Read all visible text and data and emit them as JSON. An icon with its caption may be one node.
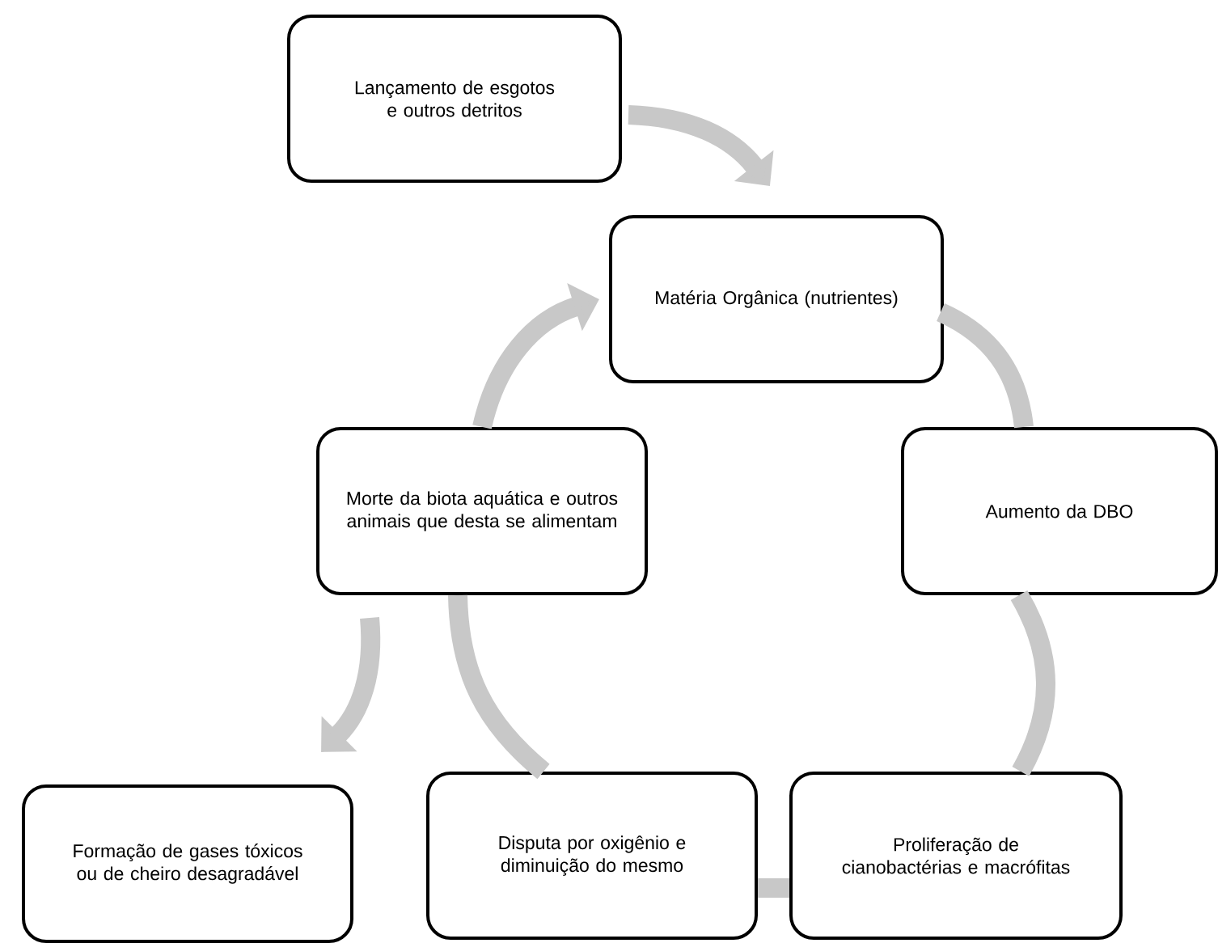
{
  "diagram": {
    "nodes": [
      {
        "text": [
          "Lançamento de esgotos e outros detritos"
        ]
      },
      {
        "text": [
          "Matéria Orgânica (nutrientes)"
        ]
      },
      {
        "text": [
          "Aumento da DBO"
        ]
      },
      {
        "text": [
          "Proliferação de cianobactérias e macrófitas"
        ]
      },
      {
        "text": [
          "Disputa por oxigênio e diminuição do mesmo"
        ]
      },
      {
        "text": [
          "Morte da biota aquática e outros animais que desta se alimentam"
        ]
      },
      {
        "text": [
          "Formação de gases tóxicos ou de cheiro desagradável"
        ]
      }
    ],
    "edges": [
      {
        "from": 0,
        "to": 1,
        "arrow": "to"
      },
      {
        "from": 1,
        "to": 2,
        "arrow": "none"
      },
      {
        "from": 2,
        "to": 3,
        "arrow": "none"
      },
      {
        "from": 3,
        "to": 4,
        "arrow": "none"
      },
      {
        "from": 4,
        "to": 5,
        "arrow": "none"
      },
      {
        "from": 5,
        "to": 1,
        "arrow": "to"
      },
      {
        "from": 5,
        "to": 6,
        "arrow": "to"
      }
    ]
  }
}
